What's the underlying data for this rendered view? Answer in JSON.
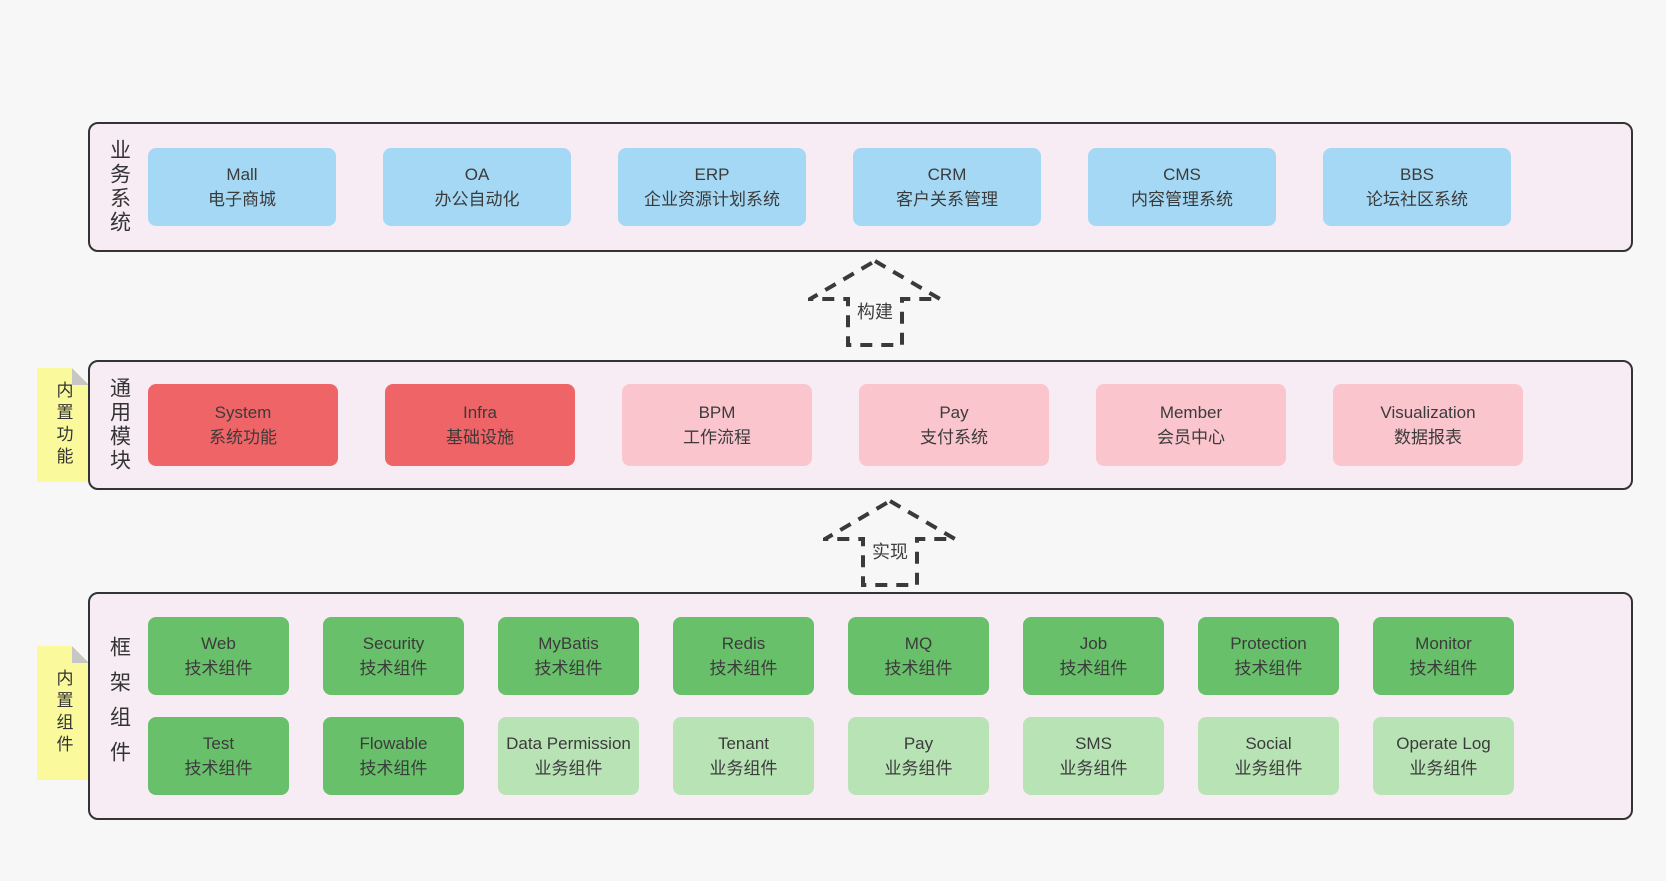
{
  "palette": {
    "page_bg": "#f7f7f7",
    "band_bg": "#f8ecf4",
    "band_border": "#333333",
    "blue": "#a5d8f4",
    "red": "#ef6466",
    "pink": "#fac5cd",
    "green": "#68c06a",
    "light_green": "#b8e3b5",
    "note_yellow": "#fafa9d",
    "note_fold": "#c6c6c6",
    "text": "#3b3b3b"
  },
  "bands": [
    {
      "label": "业务系统",
      "boxes": [
        {
          "title": "Mall",
          "subtitle": "电子商城",
          "variant": "blue"
        },
        {
          "title": "OA",
          "subtitle": "办公自动化",
          "variant": "blue"
        },
        {
          "title": "ERP",
          "subtitle": "企业资源计划系统",
          "variant": "blue"
        },
        {
          "title": "CRM",
          "subtitle": "客户关系管理",
          "variant": "blue"
        },
        {
          "title": "CMS",
          "subtitle": "内容管理系统",
          "variant": "blue"
        },
        {
          "title": "BBS",
          "subtitle": "论坛社区系统",
          "variant": "blue"
        }
      ]
    },
    {
      "label": "通用模块",
      "note": "内置功能",
      "boxes": [
        {
          "title": "System",
          "subtitle": "系统功能",
          "variant": "red"
        },
        {
          "title": "Infra",
          "subtitle": "基础设施",
          "variant": "red"
        },
        {
          "title": "BPM",
          "subtitle": "工作流程",
          "variant": "pink"
        },
        {
          "title": "Pay",
          "subtitle": "支付系统",
          "variant": "pink"
        },
        {
          "title": "Member",
          "subtitle": "会员中心",
          "variant": "pink"
        },
        {
          "title": "Visualization",
          "subtitle": "数据报表",
          "variant": "pink"
        }
      ]
    },
    {
      "label": "框架组件",
      "note": "内置组件",
      "rows": [
        [
          {
            "title": "Web",
            "subtitle": "技术组件",
            "variant": "green"
          },
          {
            "title": "Security",
            "subtitle": "技术组件",
            "variant": "green"
          },
          {
            "title": "MyBatis",
            "subtitle": "技术组件",
            "variant": "green"
          },
          {
            "title": "Redis",
            "subtitle": "技术组件",
            "variant": "green"
          },
          {
            "title": "MQ",
            "subtitle": "技术组件",
            "variant": "green"
          },
          {
            "title": "Job",
            "subtitle": "技术组件",
            "variant": "green"
          },
          {
            "title": "Protection",
            "subtitle": "技术组件",
            "variant": "green"
          },
          {
            "title": "Monitor",
            "subtitle": "技术组件",
            "variant": "green"
          }
        ],
        [
          {
            "title": "Test",
            "subtitle": "技术组件",
            "variant": "green"
          },
          {
            "title": "Flowable",
            "subtitle": "技术组件",
            "variant": "green"
          },
          {
            "title": "Data Permission",
            "subtitle": "业务组件",
            "variant": "light_green"
          },
          {
            "title": "Tenant",
            "subtitle": "业务组件",
            "variant": "light_green"
          },
          {
            "title": "Pay",
            "subtitle": "业务组件",
            "variant": "light_green"
          },
          {
            "title": "SMS",
            "subtitle": "业务组件",
            "variant": "light_green"
          },
          {
            "title": "Social",
            "subtitle": "业务组件",
            "variant": "light_green"
          },
          {
            "title": "Operate Log",
            "subtitle": "业务组件",
            "variant": "light_green"
          }
        ]
      ]
    }
  ],
  "arrows": [
    {
      "label": "构建"
    },
    {
      "label": "实现"
    }
  ]
}
